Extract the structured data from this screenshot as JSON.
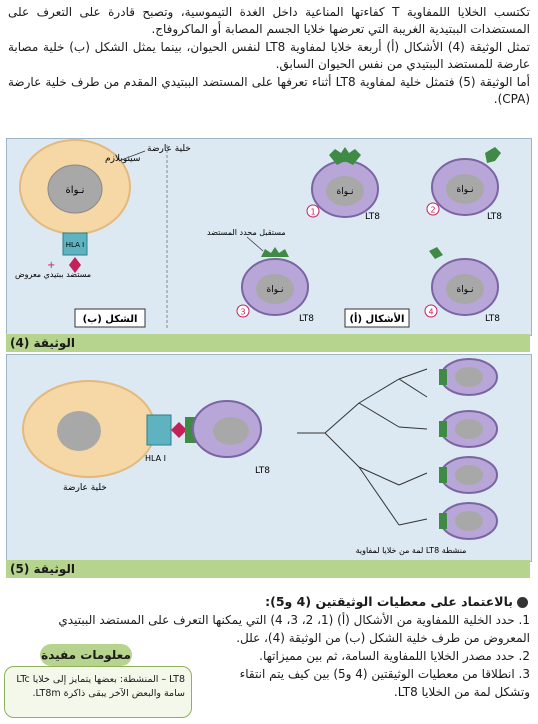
{
  "intro": {
    "p1": "تكتسب الخلايا اللمفاوية T كفاءتها المناعية داخل الغدة التيموسية، وتصبح قادرة على التعرف على المستضدات الببتيدية الغريبة التي تعرضها خلايا الجسم المصابة أو الماكروفاج.",
    "p2": "تمثل الوثيقة (4) الأشكال (أ) أربعة خلايا لمفاوية LT8 لنفس الحيوان، بينما يمثل الشكل (ب) خلية مصابة عارضة للمستضد الببتيدي من نفس الحيوان السابق.",
    "p3": "أما الوثيقة (5) فتمثل خلية لمفاوية LT8 أثناء تعرفها على المستضد الببتيدي المقدم من طرف خلية عارضة (CPA)."
  },
  "doc4": {
    "presenting_cell": "خلية عارضة",
    "cytoplasm": "سيتوبلازم",
    "nucleus": "نـواة",
    "receptor_label": "HLA I",
    "antigen_label": "مستضد ببتيدي معروض",
    "antigen_marker": "+",
    "specific_receptor": "مستقبل محدد المستضد",
    "shape_b": "الشكل (ب)",
    "shape_a": "الأشكال (أ)",
    "lt": "LT8",
    "cell_numbers": [
      "1",
      "2",
      "3",
      "4"
    ],
    "label": "الوثيقة (4)"
  },
  "doc5": {
    "presenting_cell": "خلية عارضة",
    "receptor_label": "HLA I",
    "lt": "LT8",
    "clone_caption": "لمة من خلايا لمفاوية LT8 منشطة",
    "label": "الوثيقة (5)"
  },
  "questions": {
    "title": "بالاعتماد على معطيات الوثيقتين (4 و5):",
    "q1": "1. حدد الخلية اللمفاوية من الأشكال (أ) (1، 2، 3، 4) التي يمكنها التعرف على المستضد الببتيدي المعروض من طرف خلية الشكل (ب) من الوثيقة (4)، علل.",
    "q2": "2. حدد مصدر الخلايا اللمفاوية السامة، ثم بين مميزاتها.",
    "q3": "3. انطلاقا من معطيات الوثيقتين (4 و5) بين كيف يتم انتقاء وتشكل لمة من الخلايا LT8."
  },
  "info": {
    "title": "معلومات مفيدة",
    "text": "LT8 – المنشطة: بعضها يتمايز إلى خلايا LTc سامة والبعض الآخر يبقى ذاكرة LT8m."
  },
  "colors": {
    "panel_bg": "#dce9f2",
    "label_bar": "#b7d48e",
    "cell_outer": "#f6d7a6",
    "nucleus": "#a8a8a8",
    "lt_outer": "#b9a6d8",
    "receptor": "#3f8a45",
    "hla": "#5fb2c0",
    "antigen": "#c4205a"
  }
}
